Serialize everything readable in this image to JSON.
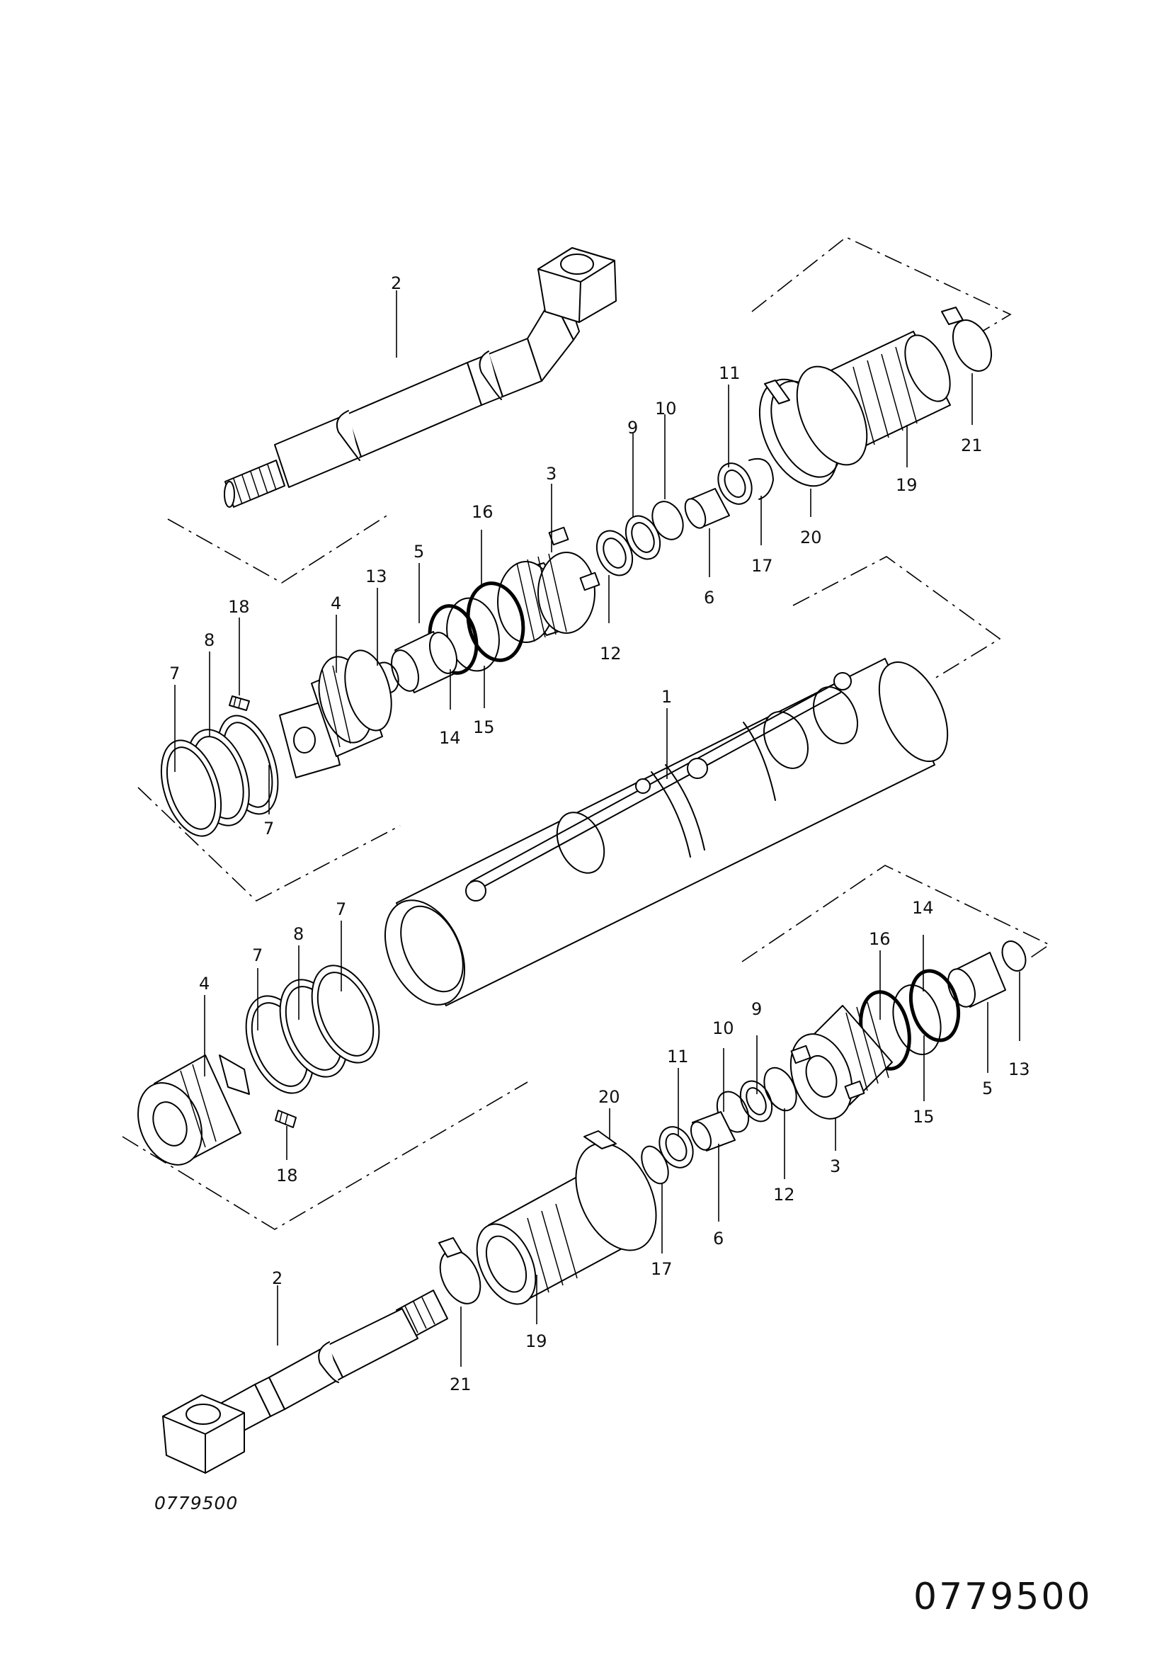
{
  "diagram_code": "0779500",
  "diagram_code_large": "0779500",
  "callouts": [
    {
      "id": "u2",
      "text": "2"
    },
    {
      "id": "u3",
      "text": "3"
    },
    {
      "id": "u9",
      "text": "9"
    },
    {
      "id": "u10",
      "text": "10"
    },
    {
      "id": "u11",
      "text": "11"
    },
    {
      "id": "u21",
      "text": "21"
    },
    {
      "id": "u19",
      "text": "19"
    },
    {
      "id": "u20",
      "text": "20"
    },
    {
      "id": "u17",
      "text": "17"
    },
    {
      "id": "u6",
      "text": "6"
    },
    {
      "id": "u12",
      "text": "12"
    },
    {
      "id": "u16",
      "text": "16"
    },
    {
      "id": "u5",
      "text": "5"
    },
    {
      "id": "u13",
      "text": "13"
    },
    {
      "id": "u4",
      "text": "4"
    },
    {
      "id": "u18",
      "text": "18"
    },
    {
      "id": "u8",
      "text": "8"
    },
    {
      "id": "u7a",
      "text": "7"
    },
    {
      "id": "u7b",
      "text": "7"
    },
    {
      "id": "u14",
      "text": "14"
    },
    {
      "id": "u15",
      "text": "15"
    },
    {
      "id": "m1",
      "text": "1"
    },
    {
      "id": "l7a",
      "text": "7"
    },
    {
      "id": "l8",
      "text": "8"
    },
    {
      "id": "l7b",
      "text": "7"
    },
    {
      "id": "l4",
      "text": "4"
    },
    {
      "id": "l18",
      "text": "18"
    },
    {
      "id": "l16",
      "text": "16"
    },
    {
      "id": "l14",
      "text": "14"
    },
    {
      "id": "l10",
      "text": "10"
    },
    {
      "id": "l9",
      "text": "9"
    },
    {
      "id": "l11",
      "text": "11"
    },
    {
      "id": "l20",
      "text": "20"
    },
    {
      "id": "l13",
      "text": "13"
    },
    {
      "id": "l5",
      "text": "5"
    },
    {
      "id": "l15",
      "text": "15"
    },
    {
      "id": "l3",
      "text": "3"
    },
    {
      "id": "l12",
      "text": "12"
    },
    {
      "id": "l6",
      "text": "6"
    },
    {
      "id": "l17",
      "text": "17"
    },
    {
      "id": "l19",
      "text": "19"
    },
    {
      "id": "l2",
      "text": "2"
    },
    {
      "id": "l21",
      "text": "21"
    }
  ]
}
